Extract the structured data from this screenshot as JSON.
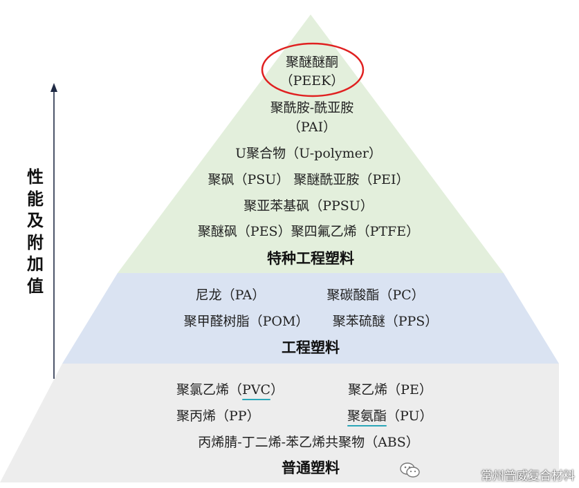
{
  "side_label": [
    "性",
    "能",
    "及",
    "附",
    "加",
    "值"
  ],
  "tiers": {
    "special": {
      "title": "特种工程塑料",
      "color": "#e3efdc",
      "items": {
        "peek_name": "聚醚醚酮",
        "peek_abbr": "（PEEK）",
        "pai_name": "聚酰胺-酰亚胺",
        "pai_abbr": "（PAI）",
        "u_polymer": "U聚合物（U-polymer）",
        "psu_pei": "聚砜（PSU） 聚醚酰亚胺（PEI）",
        "ppsu": "聚亚苯基砜（PPSU）",
        "pes_ptfe": "聚醚砜（PES）聚四氟乙烯（PTFE）"
      }
    },
    "engineering": {
      "title": "工程塑料",
      "color": "#dae3f2",
      "items": {
        "pa": "尼龙（PA）",
        "pc": "聚碳酸酯（PC）",
        "pom": "聚甲醛树脂（POM）",
        "pps": "聚苯硫醚（PPS）"
      }
    },
    "general": {
      "title": "普通塑料",
      "color": "#ededed",
      "items": {
        "pvc_prefix": "聚氯乙烯（",
        "pvc_abbr": "PVC",
        "pvc_suffix": "）",
        "pe": "聚乙烯（PE）",
        "pp": "聚丙烯（PP）",
        "pu_name": "聚氨酯",
        "pu_abbr": "（PU）",
        "abs": "丙烯腈-丁二烯-苯乙烯共聚物（ABS）"
      }
    }
  },
  "highlight_color": "#e02020",
  "watermark": "常州普威复合材料"
}
